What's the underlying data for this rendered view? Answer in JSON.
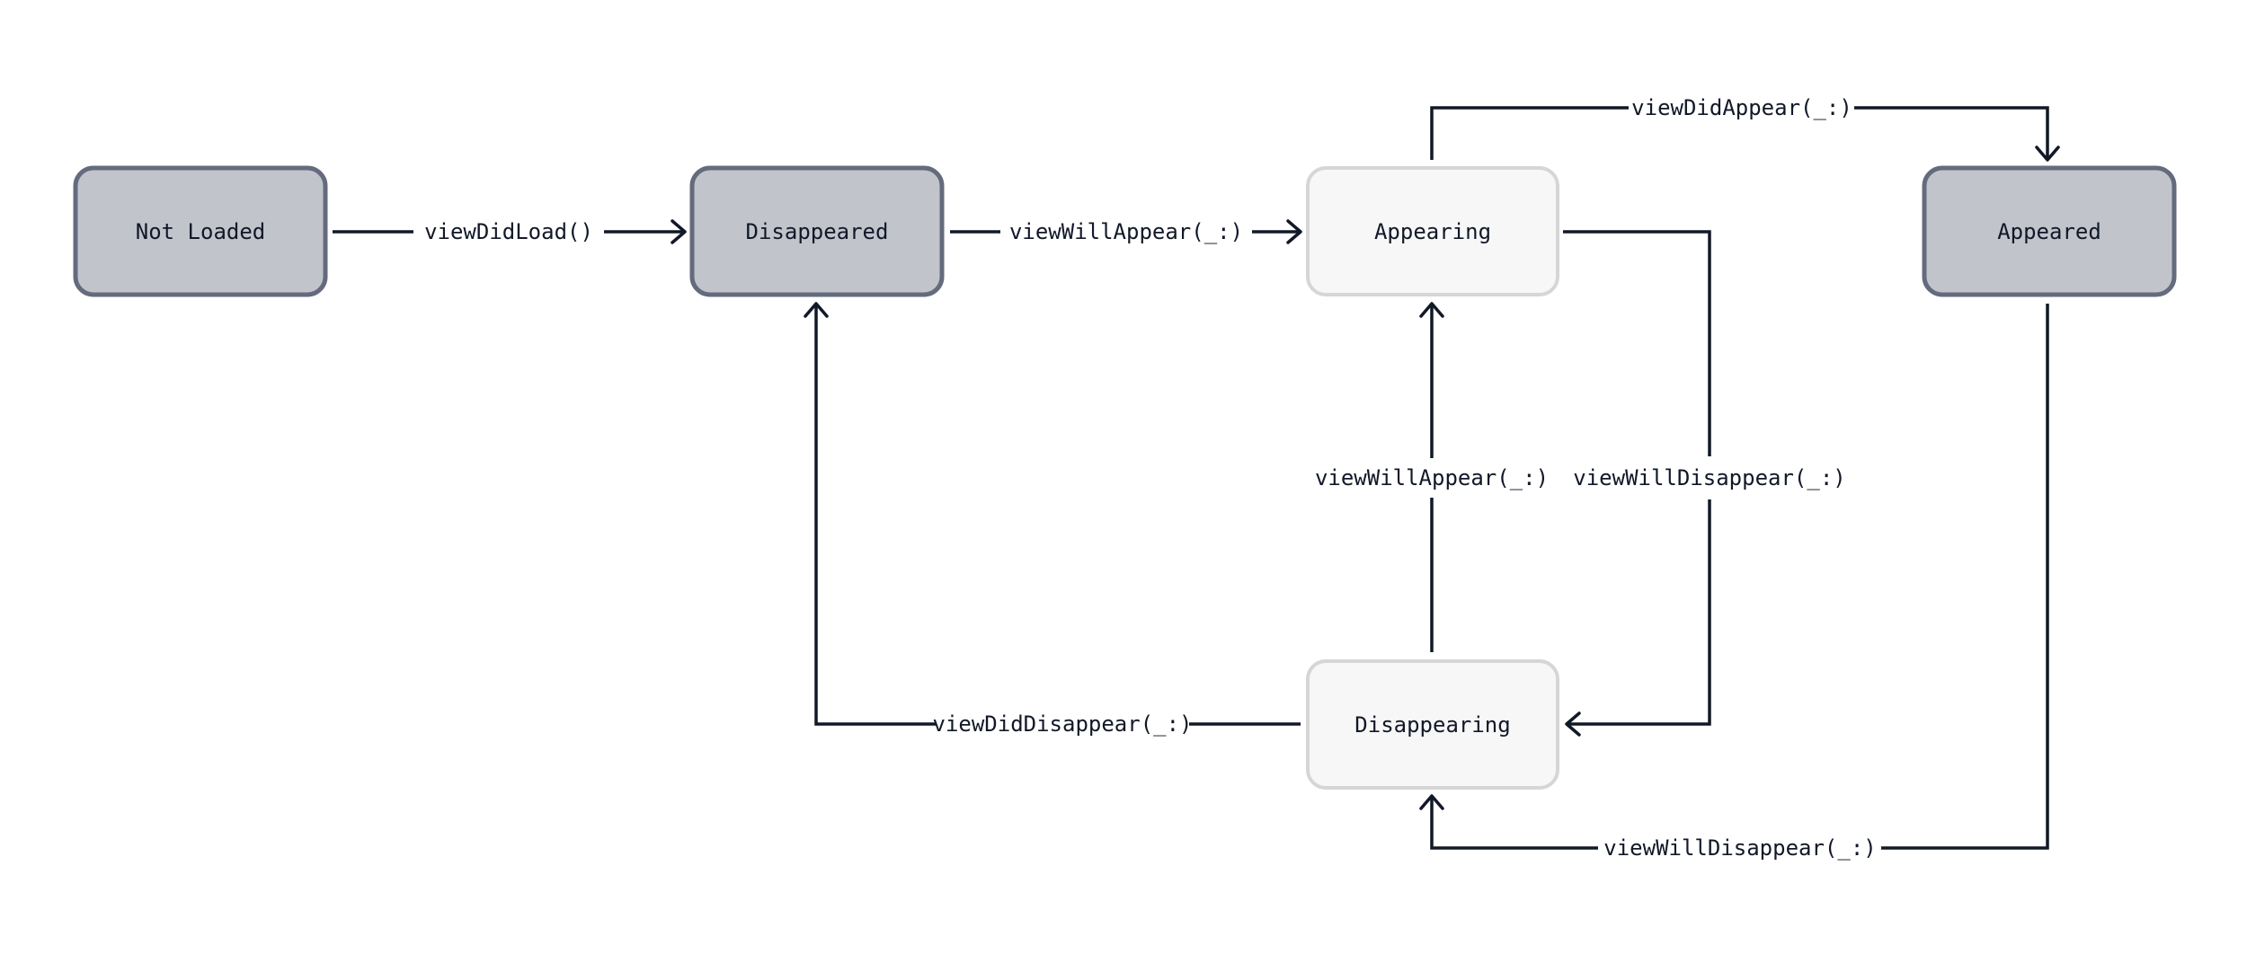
{
  "colors": {
    "settled_fill": "#c1c4cb",
    "settled_stroke": "#646b7d",
    "transient_fill": "#f7f7f7",
    "transient_stroke": "#d6d6d6",
    "line": "#111827",
    "background": "#ffffff"
  },
  "states": {
    "not_loaded": "Not Loaded",
    "disappeared": "Disappeared",
    "appearing": "Appearing",
    "appeared": "Appeared",
    "disappearing": "Disappearing"
  },
  "transitions": {
    "notloaded_to_disappeared": "viewDidLoad()",
    "disappeared_to_appearing": "viewWillAppear(_:)",
    "appearing_to_appeared": "viewDidAppear(_:)",
    "appearing_to_disappearing": "viewWillDisappear(_:)",
    "disappearing_to_appearing": "viewWillAppear(_:)",
    "disappearing_to_disappeared": "viewDidDisappear(_:)",
    "appeared_to_disappearing": "viewWillDisappear(_:)"
  }
}
